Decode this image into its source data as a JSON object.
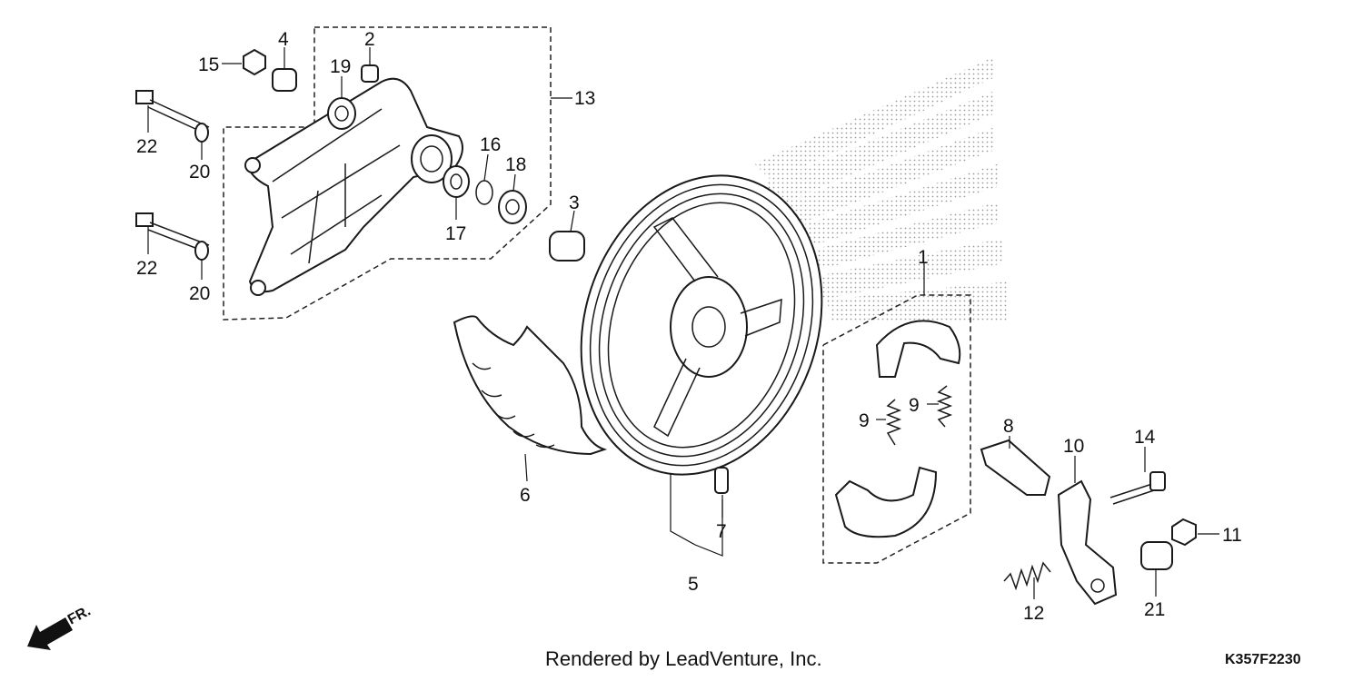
{
  "diagram": {
    "callouts": [
      {
        "id": "c1",
        "text": "1"
      },
      {
        "id": "c2",
        "text": "2"
      },
      {
        "id": "c3",
        "text": "3"
      },
      {
        "id": "c4",
        "text": "4"
      },
      {
        "id": "c5",
        "text": "5"
      },
      {
        "id": "c6",
        "text": "6"
      },
      {
        "id": "c7",
        "text": "7"
      },
      {
        "id": "c8",
        "text": "8"
      },
      {
        "id": "c9a",
        "text": "9"
      },
      {
        "id": "c9b",
        "text": "9"
      },
      {
        "id": "c10",
        "text": "10"
      },
      {
        "id": "c11",
        "text": "11"
      },
      {
        "id": "c12",
        "text": "12"
      },
      {
        "id": "c13",
        "text": "13"
      },
      {
        "id": "c14",
        "text": "14"
      },
      {
        "id": "c15",
        "text": "15"
      },
      {
        "id": "c16",
        "text": "16"
      },
      {
        "id": "c17",
        "text": "17"
      },
      {
        "id": "c18",
        "text": "18"
      },
      {
        "id": "c19",
        "text": "19"
      },
      {
        "id": "c20a",
        "text": "20"
      },
      {
        "id": "c20b",
        "text": "20"
      },
      {
        "id": "c21",
        "text": "21"
      },
      {
        "id": "c22a",
        "text": "22"
      },
      {
        "id": "c22b",
        "text": "22"
      }
    ],
    "direction_label": "FR.",
    "footer_credit": "Rendered by LeadVenture, Inc.",
    "drawing_code": "K357F2230"
  }
}
